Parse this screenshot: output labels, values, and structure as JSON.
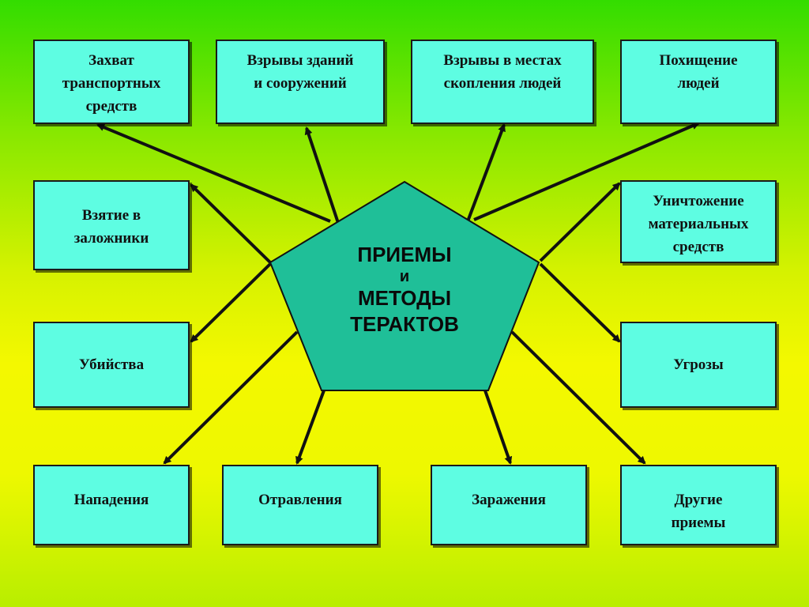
{
  "center": {
    "line1": "ПРИЕМЫ",
    "line2": "и",
    "line3": "МЕТОДЫ",
    "line4": "ТЕРАКТОВ"
  },
  "boxes": {
    "hijacking": "Захват\nтранспортных\nсредств",
    "building_explosions": "Взрывы зданий\nи сооружений",
    "crowd_explosions": "Взрывы в местах\nскопления людей",
    "kidnapping": "Похищение\nлюдей",
    "hostages": "Взятие в\nзаложники",
    "destruction": "Уничтожение\nматериальных\nсредств",
    "murders": "Убийства",
    "threats": "Угрозы",
    "attacks": "Нападения",
    "poisoning": "Отравления",
    "infection": "Заражения",
    "other": "Другие\nприемы"
  },
  "colors": {
    "box_fill": "#5efde2",
    "pentagon_fill": "#1fbf98",
    "arrow": "#111111"
  }
}
